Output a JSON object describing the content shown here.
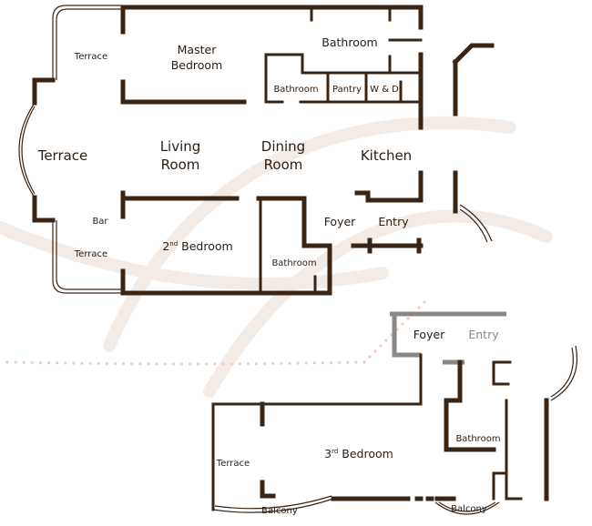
{
  "rooms": {
    "terrace_top": "Terrace",
    "master_bedroom_1": "Master",
    "master_bedroom_2": "Bedroom",
    "bathroom_master": "Bathroom",
    "bathroom_small": "Bathroom",
    "pantry": "Pantry",
    "wd": "W & D",
    "terrace_main": "Terrace",
    "living_1": "Living",
    "living_2": "Room",
    "dining_1": "Dining",
    "dining_2": "Room",
    "kitchen": "Kitchen",
    "bar": "Bar",
    "foyer_upper": "Foyer",
    "entry_upper": "Entry",
    "terrace_lower": "Terrace",
    "second_bedroom_num": "2",
    "second_bedroom_sup": "nd",
    "second_bedroom_rest": " Bedroom",
    "bathroom_second": "Bathroom",
    "foyer_lower": "Foyer",
    "entry_lower": "Entry",
    "bathroom_third": "Bathroom",
    "third_bedroom_num": "3",
    "third_bedroom_sup": "rd",
    "third_bedroom_rest": " Bedroom",
    "terrace_third": "Terrace",
    "balcony_left": "Balcony",
    "balcony_right": "Balcony"
  },
  "colors": {
    "wall": "#3a2414",
    "text": "#2b1d12",
    "accent_dots": "#eccfc4",
    "grey_wall": "#8a8784"
  }
}
